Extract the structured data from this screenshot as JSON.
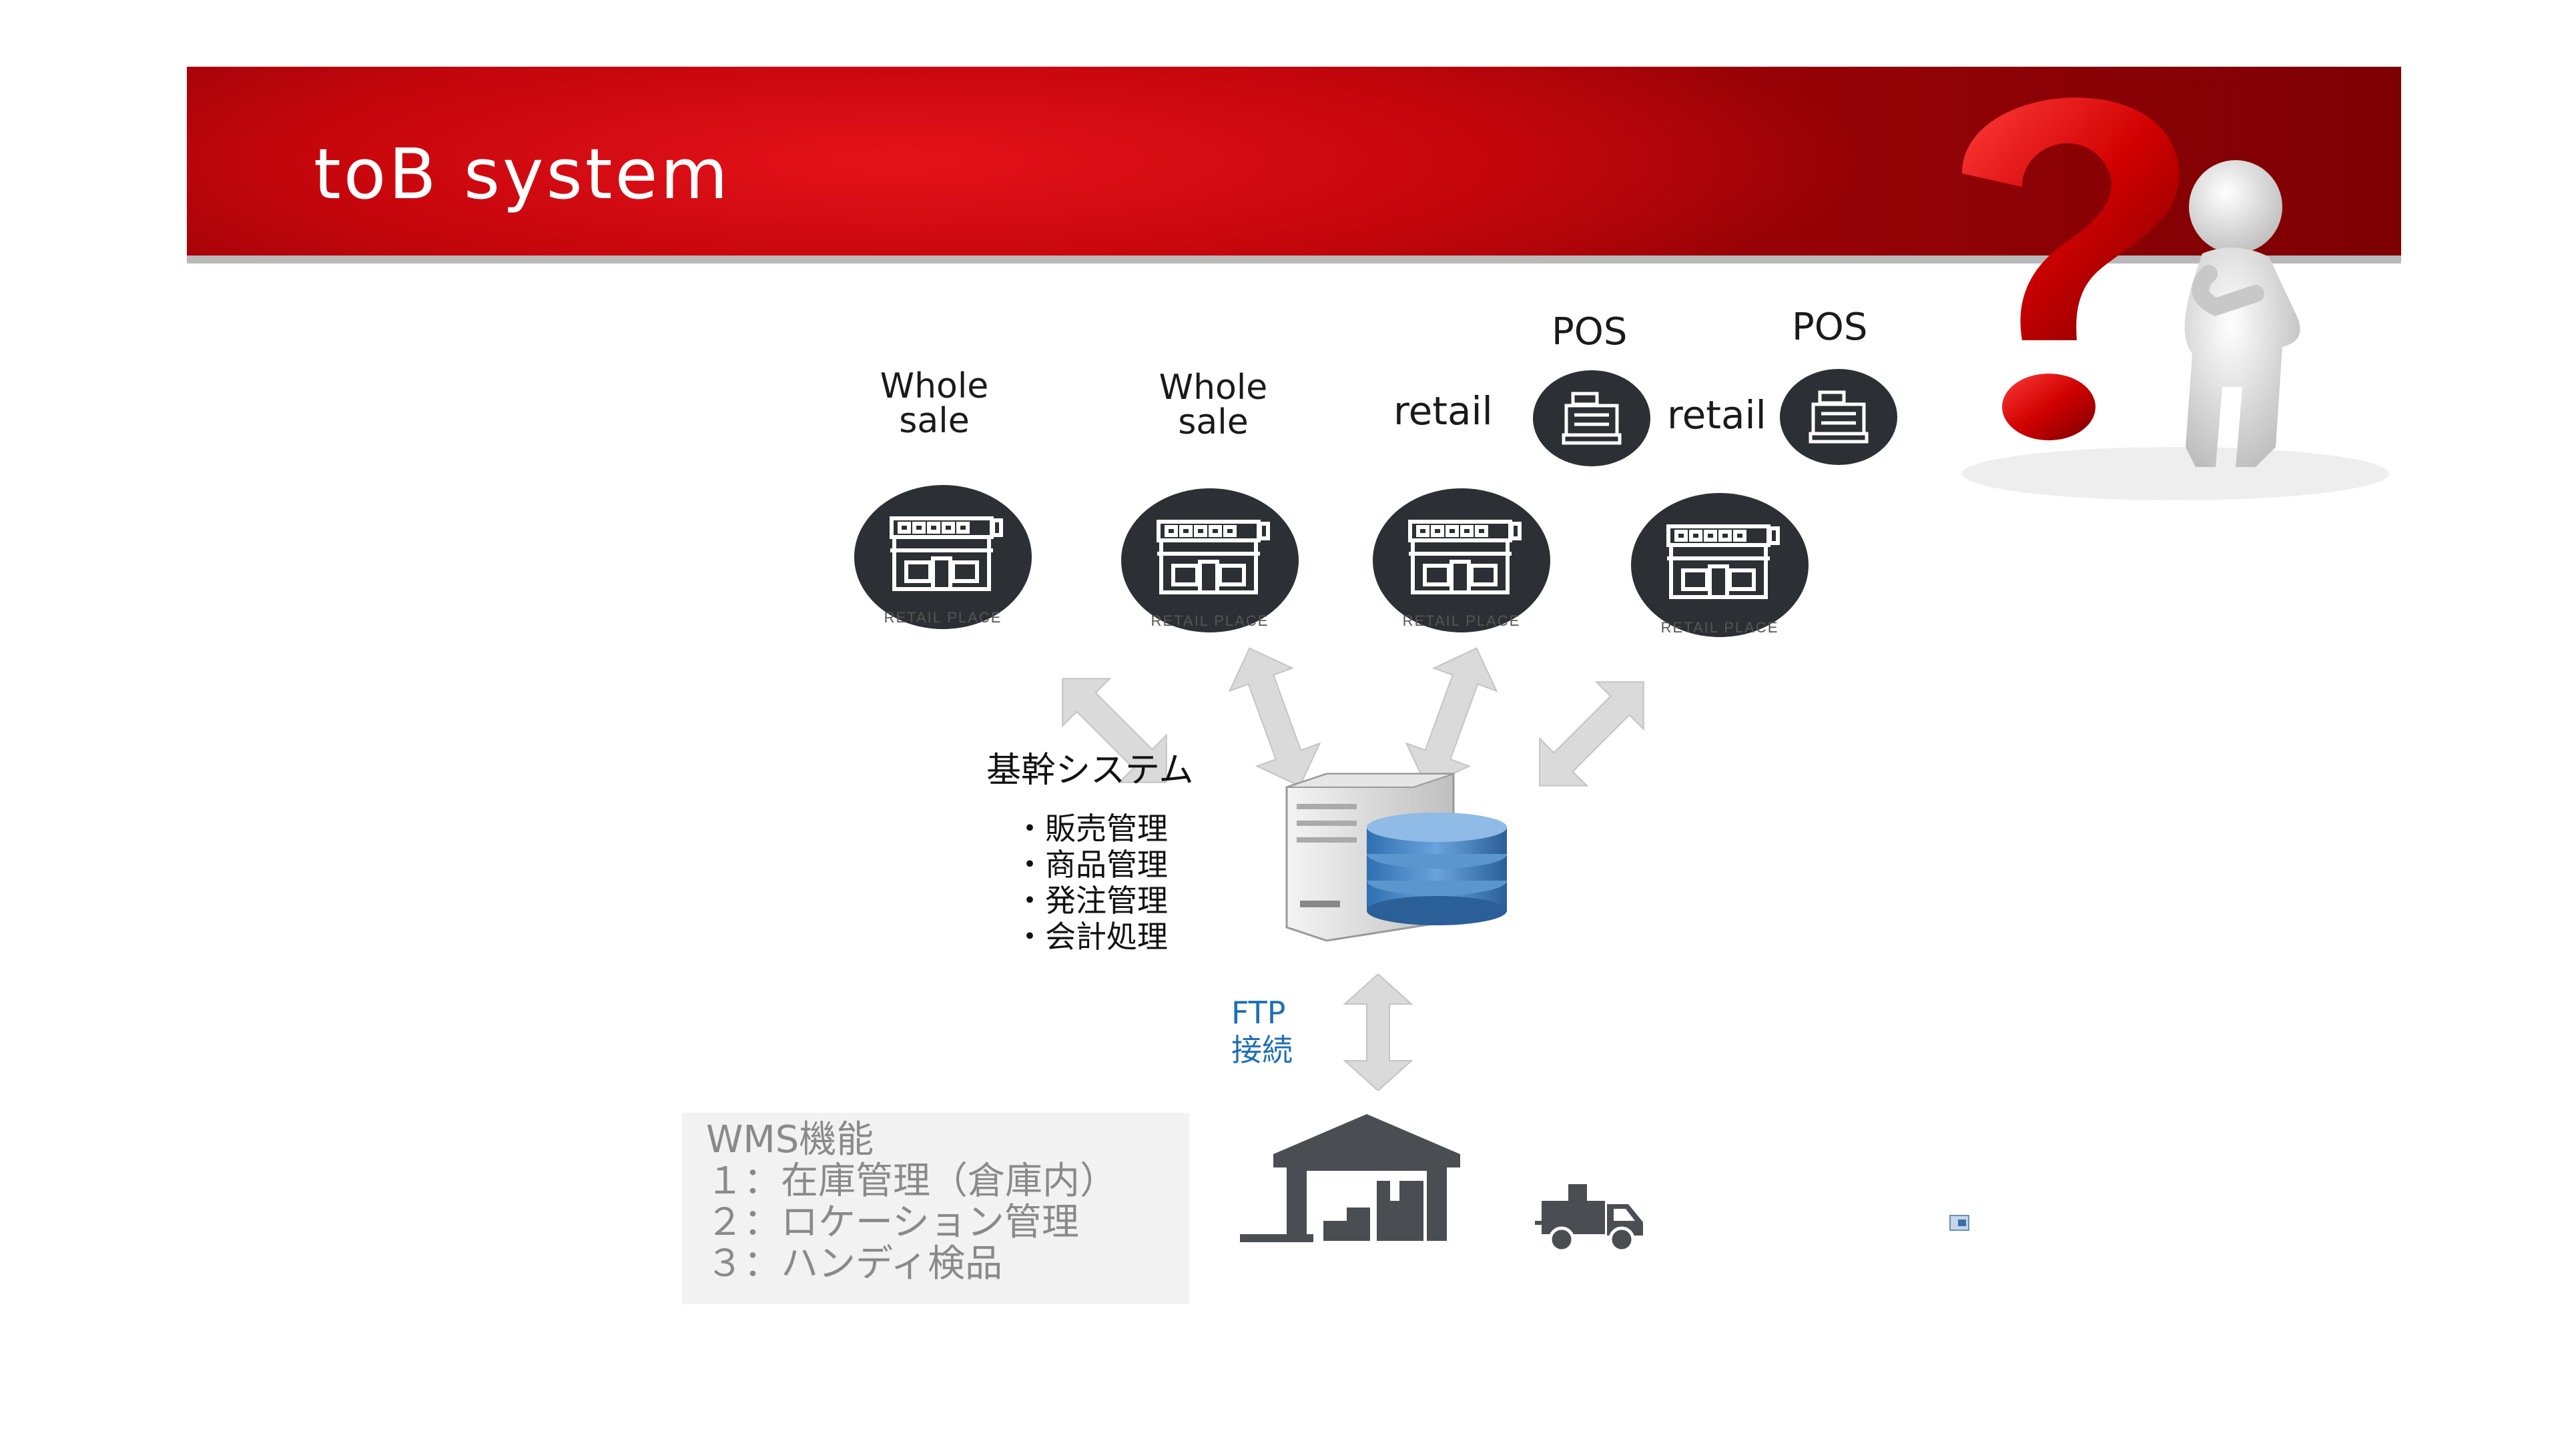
{
  "title": "toB system",
  "stores": [
    {
      "label_line1": "Whole",
      "label_line2": "sale",
      "caption": "RETAIL PLACE"
    },
    {
      "label_line1": "Whole",
      "label_line2": "sale",
      "caption": "RETAIL PLACE"
    },
    {
      "label": "retail",
      "caption": "RETAIL PLACE"
    },
    {
      "label": "retail",
      "caption": "RETAIL PLACE"
    }
  ],
  "pos_labels": [
    "POS",
    "POS"
  ],
  "core_system": {
    "title": "基幹システム",
    "items": [
      "・販売管理",
      "・商品管理",
      "・発注管理",
      "・会計処理"
    ]
  },
  "ftp": {
    "line1": "FTP",
    "line2": "接続"
  },
  "wms": {
    "title": "WMS機能",
    "items": [
      "１：在庫管理（倉庫内）",
      "２：ロケーション管理",
      "３：ハンディ検品"
    ]
  },
  "colors": {
    "banner_red": "#c8070d",
    "dark_icon": "#2c2f33",
    "ftp_blue": "#1f6fb5",
    "wms_text": "#8a8a8a",
    "arrow_gray": "#d6d6d6"
  },
  "icons": [
    "store-icon",
    "cash-register-icon",
    "server-database-icon",
    "warehouse-icon",
    "truck-icon",
    "question-mark-person-icon"
  ]
}
